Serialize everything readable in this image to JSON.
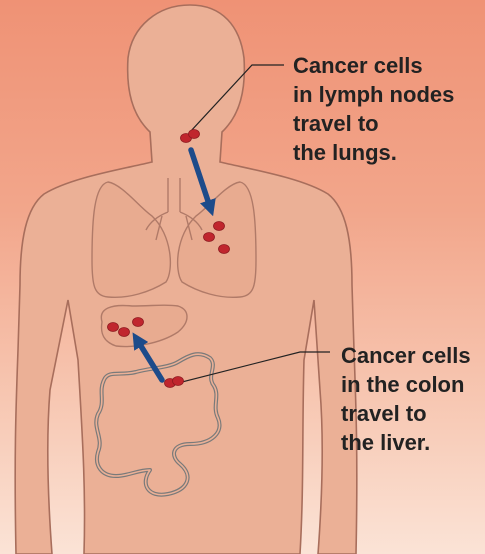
{
  "callouts": {
    "lungs": {
      "lines": [
        "Cancer cells",
        "in lymph nodes",
        "travel to",
        "the lungs."
      ]
    },
    "liver": {
      "lines": [
        "Cancer cells",
        "in the colon",
        "travel to",
        "the liver."
      ]
    }
  },
  "colors": {
    "background_top": "#ef9275",
    "background_bottom": "#fbe3d6",
    "body_fill": "#ebb096",
    "body_outline": "#a86e5c",
    "organ_outline": "#b07a68",
    "colon_outline": "#7a7a7a",
    "cancer_cell": "#c0262e",
    "arrow": "#1d4b8a",
    "text": "#222222"
  },
  "icons": {
    "arrow_up": "arrow-up-icon",
    "arrow_down": "arrow-down-icon"
  }
}
